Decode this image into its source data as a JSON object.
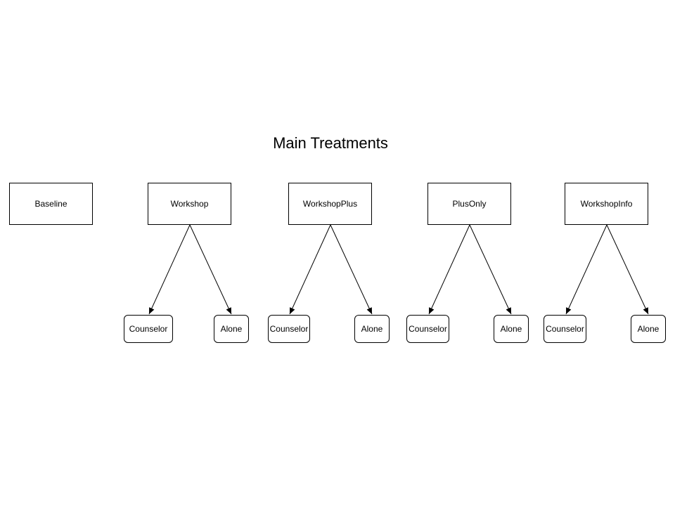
{
  "diagram": {
    "title": "Main Treatments",
    "baseline": {
      "label": "Baseline"
    },
    "groups": [
      {
        "label": "Workshop",
        "children": [
          "Counselor",
          "Alone"
        ]
      },
      {
        "label": "WorkshopPlus",
        "children": [
          "Counselor",
          "Alone"
        ]
      },
      {
        "label": "PlusOnly",
        "children": [
          "Counselor",
          "Alone"
        ]
      },
      {
        "label": "WorkshopInfo",
        "children": [
          "Counselor",
          "Alone"
        ]
      }
    ],
    "colors": {
      "stroke": "#000000",
      "fill": "#ffffff",
      "text": "#000000"
    }
  }
}
